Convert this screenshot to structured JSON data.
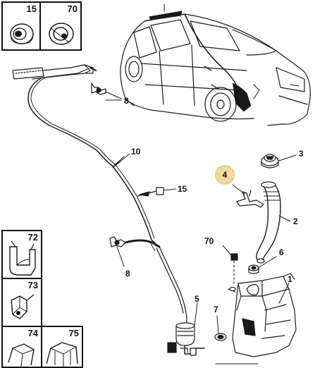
{
  "parts": {
    "inset_top_left": [
      "15",
      "70"
    ],
    "inset_bottom_left": [
      "72",
      "73",
      "74",
      "75"
    ],
    "callouts": {
      "tank": "1",
      "filler_pipe": "2",
      "cap": "3",
      "bracket": "4",
      "pump": "5",
      "grommet": "6",
      "seal": "7",
      "clip_upper": "8",
      "clip_lower": "8",
      "hose": "10",
      "hose_label": "15",
      "tank_marker": "70"
    },
    "highlighted": "4"
  },
  "colors": {
    "line": "#1a1a1a",
    "highlight_fill": "#f2d9a0",
    "highlight_stroke": "#e8c57a"
  }
}
